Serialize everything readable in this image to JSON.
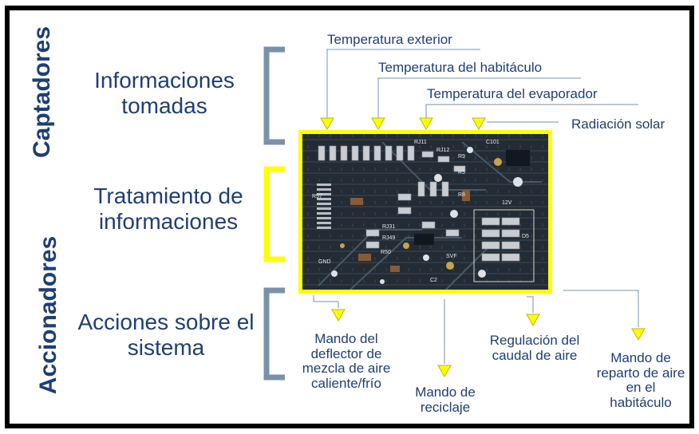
{
  "side_labels": {
    "top": "Captadores",
    "bottom": "Accionadores"
  },
  "groups": {
    "inputs": "Informaciones tomadas",
    "processing": "Tratamiento de informaciones",
    "actions": "Acciones sobre el sistema"
  },
  "sensors": {
    "outdoor_temp": "Temperatura exterior",
    "cabin_temp": "Temperatura del habitáculo",
    "evaporator_temp": "Temperatura del evaporador",
    "solar": "Radiación solar"
  },
  "actuators": {
    "mix_flap": "Mando del deflector de mezcla de aire caliente/frío",
    "recirc": "Mando de reciclaje",
    "airflow": "Regulación del caudal de aire",
    "distribution": "Mando de reparto de aire en el habitáculo"
  },
  "board_silkscreen": [
    "RJ11",
    "RJ12",
    "R9",
    "R5",
    "R8",
    "R57",
    "RJ31",
    "RJ49",
    "R50",
    "GND",
    "SVF",
    "C2",
    "D5",
    "12V",
    "C101"
  ],
  "colors": {
    "text": "#1e3f72",
    "highlight": "#ffff00",
    "bracket": "#7a91ab",
    "frame": "#000000"
  }
}
